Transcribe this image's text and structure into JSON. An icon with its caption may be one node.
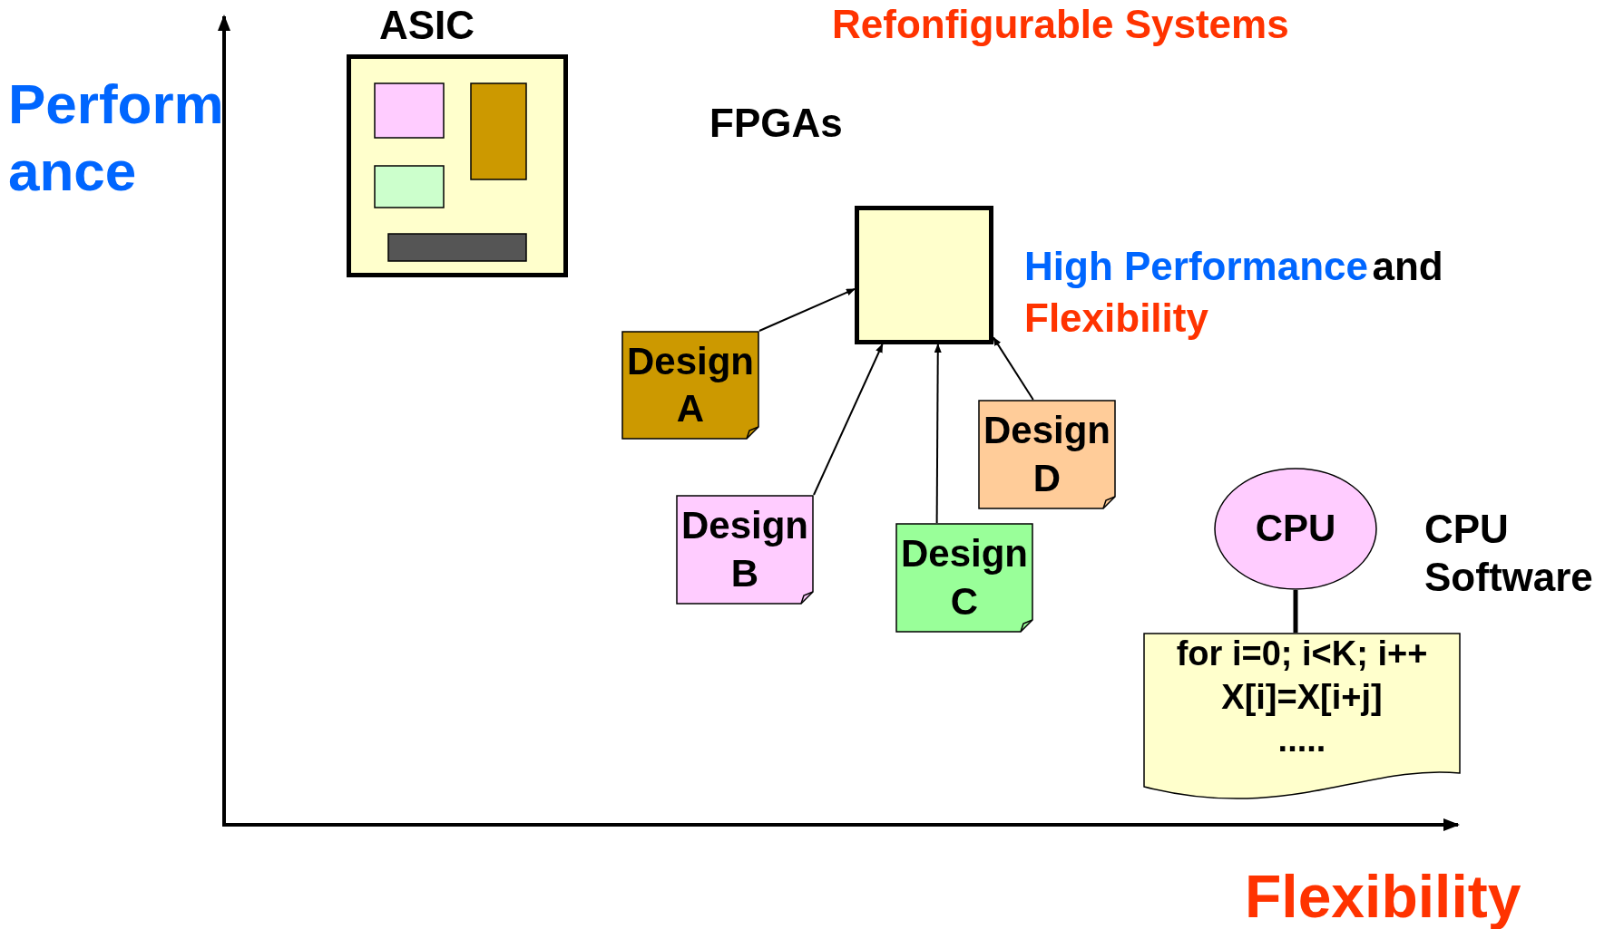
{
  "diagram": {
    "title": "Refonfigurable Systems",
    "nodes": [
      {
        "text": [],
        "shape": "box"
      },
      {
        "text": [],
        "shape": "box"
      },
      {
        "text": [
          "Design A"
        ]
      },
      {
        "text": [
          "Design B"
        ]
      },
      {
        "text": [
          "Design C"
        ]
      },
      {
        "text": [
          "Design D"
        ]
      },
      {
        "text": [
          "CPU"
        ]
      },
      {
        "text": [
          "for i=0; i<K; i++",
          "X[i]=X[i+j]",
          "....."
        ]
      }
    ],
    "edges": [
      {
        "from": 2,
        "to": 1,
        "arrow": "to"
      },
      {
        "from": 3,
        "to": 1,
        "arrow": "to"
      },
      {
        "from": 4,
        "to": 1,
        "arrow": "to"
      },
      {
        "from": 5,
        "to": 1,
        "arrow": "to"
      },
      {
        "from": 6,
        "to": 7,
        "arrow": "none",
        "style": "thick"
      }
    ],
    "labels": [
      "ASIC",
      "FPGAs",
      "Performance",
      "High Performance",
      "and",
      "Flexibility",
      "CPU Software",
      "Flexibility"
    ]
  }
}
